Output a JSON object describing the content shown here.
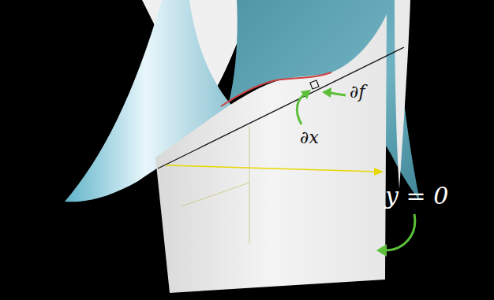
{
  "diagram": {
    "labels": [
      "∂f",
      "∂x",
      "y = 0"
    ]
  }
}
